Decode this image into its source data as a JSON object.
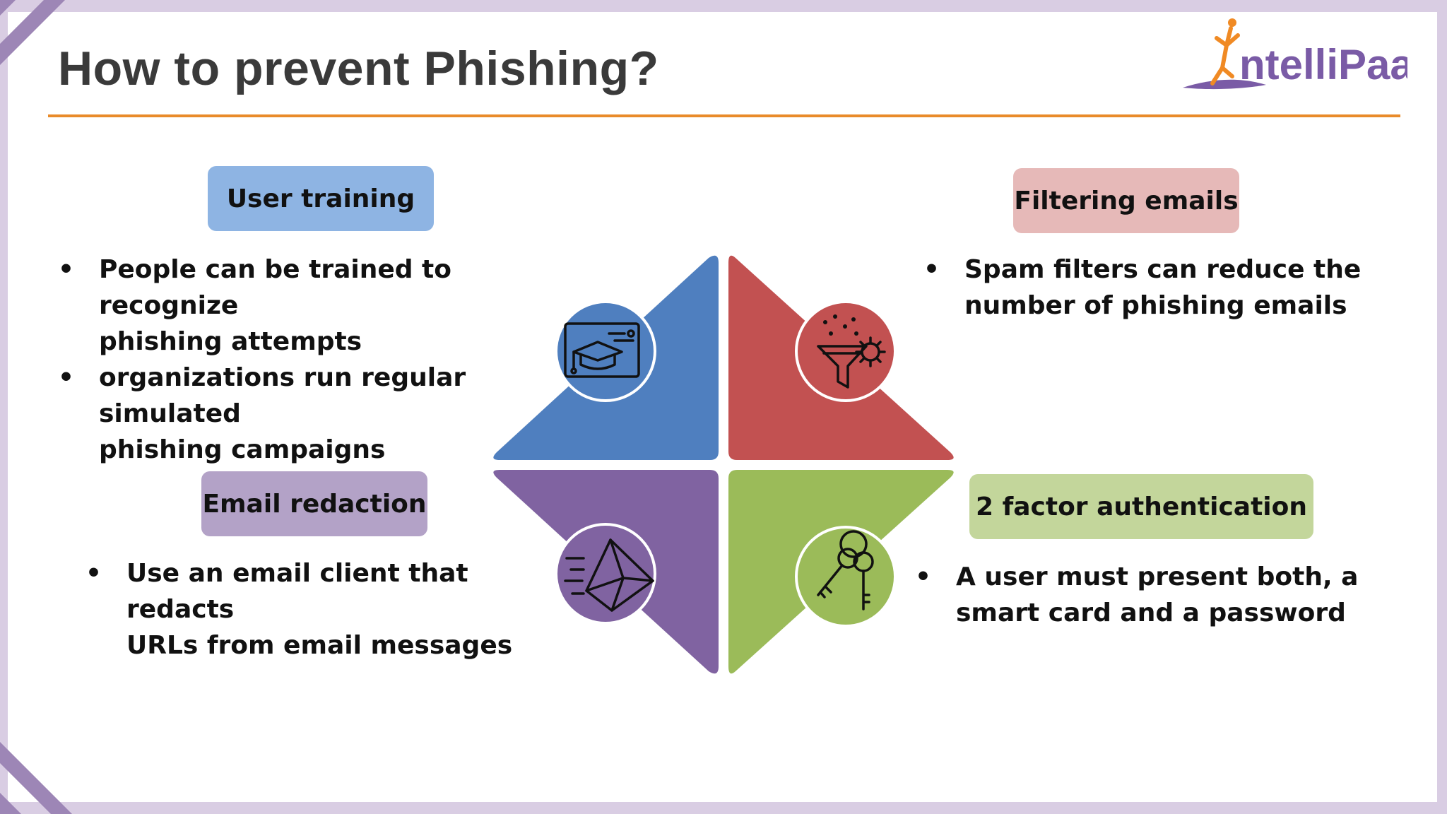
{
  "title": "How to prevent Phishing?",
  "logo": {
    "text": "ntelliPaat",
    "icon": "runner-i-logo-icon"
  },
  "colors": {
    "frame": "#d9cde3",
    "accent_rule": "#e98b2a",
    "logo_purple": "#7a5ba6",
    "logo_orange": "#f08a24",
    "quadrant_blue": "#4f7fbf",
    "quadrant_red": "#c25151",
    "quadrant_purple": "#8063a1",
    "quadrant_green": "#9bbb59"
  },
  "sections": [
    {
      "heading": "User training",
      "icon": "graduation-certificate-icon",
      "pill_color": "#8eb4e3",
      "bullets": [
        [
          "People can be trained to recognize",
          "phishing attempts"
        ],
        [
          "organizations run regular simulated",
          "phishing campaigns"
        ]
      ]
    },
    {
      "heading": "Filtering emails",
      "icon": "funnel-gear-icon",
      "pill_color": "#e6b9b8",
      "bullets": [
        [
          "Spam filters can reduce the",
          "number of phishing emails"
        ]
      ]
    },
    {
      "heading": "Email redaction",
      "icon": "fast-envelope-icon",
      "pill_color": "#b3a2c7",
      "bullets": [
        [
          "Use an email client that redacts",
          "URLs from email messages"
        ]
      ]
    },
    {
      "heading": "2 factor authentication",
      "icon": "keys-icon",
      "pill_color": "#c3d69b",
      "bullets": [
        [
          "A user must present both, a",
          "smart card and a password"
        ]
      ]
    }
  ]
}
